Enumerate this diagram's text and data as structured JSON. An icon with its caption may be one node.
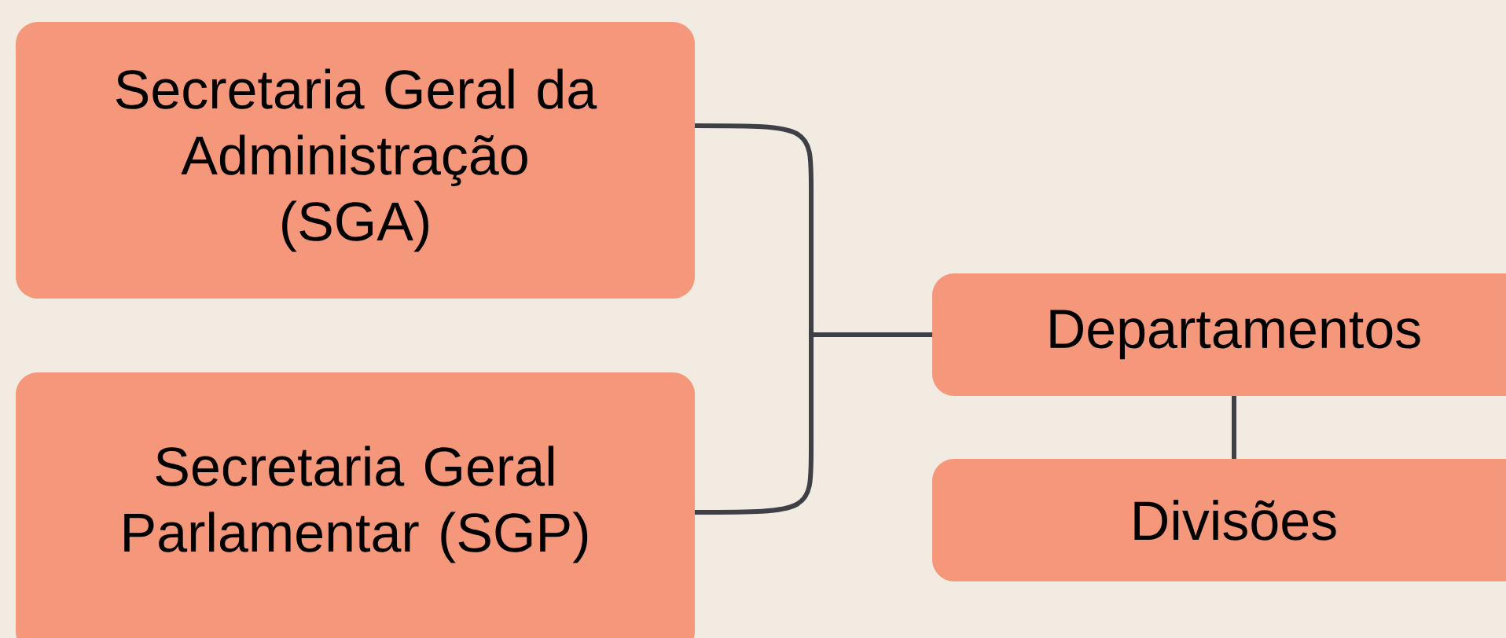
{
  "diagram": {
    "nodes": [
      {
        "text": [
          "Secretaria Geral da Administração (SGA)"
        ]
      },
      {
        "text": [
          "Secretaria Geral Parlamentar (SGP)"
        ]
      },
      {
        "text": [
          "Departamentos"
        ]
      },
      {
        "text": [
          "Divisões"
        ]
      }
    ],
    "edges": [
      {
        "from": 0,
        "to": 2,
        "arrow": "none"
      },
      {
        "from": 1,
        "to": 2,
        "arrow": "none"
      },
      {
        "from": 2,
        "to": 3,
        "arrow": "none"
      }
    ]
  }
}
